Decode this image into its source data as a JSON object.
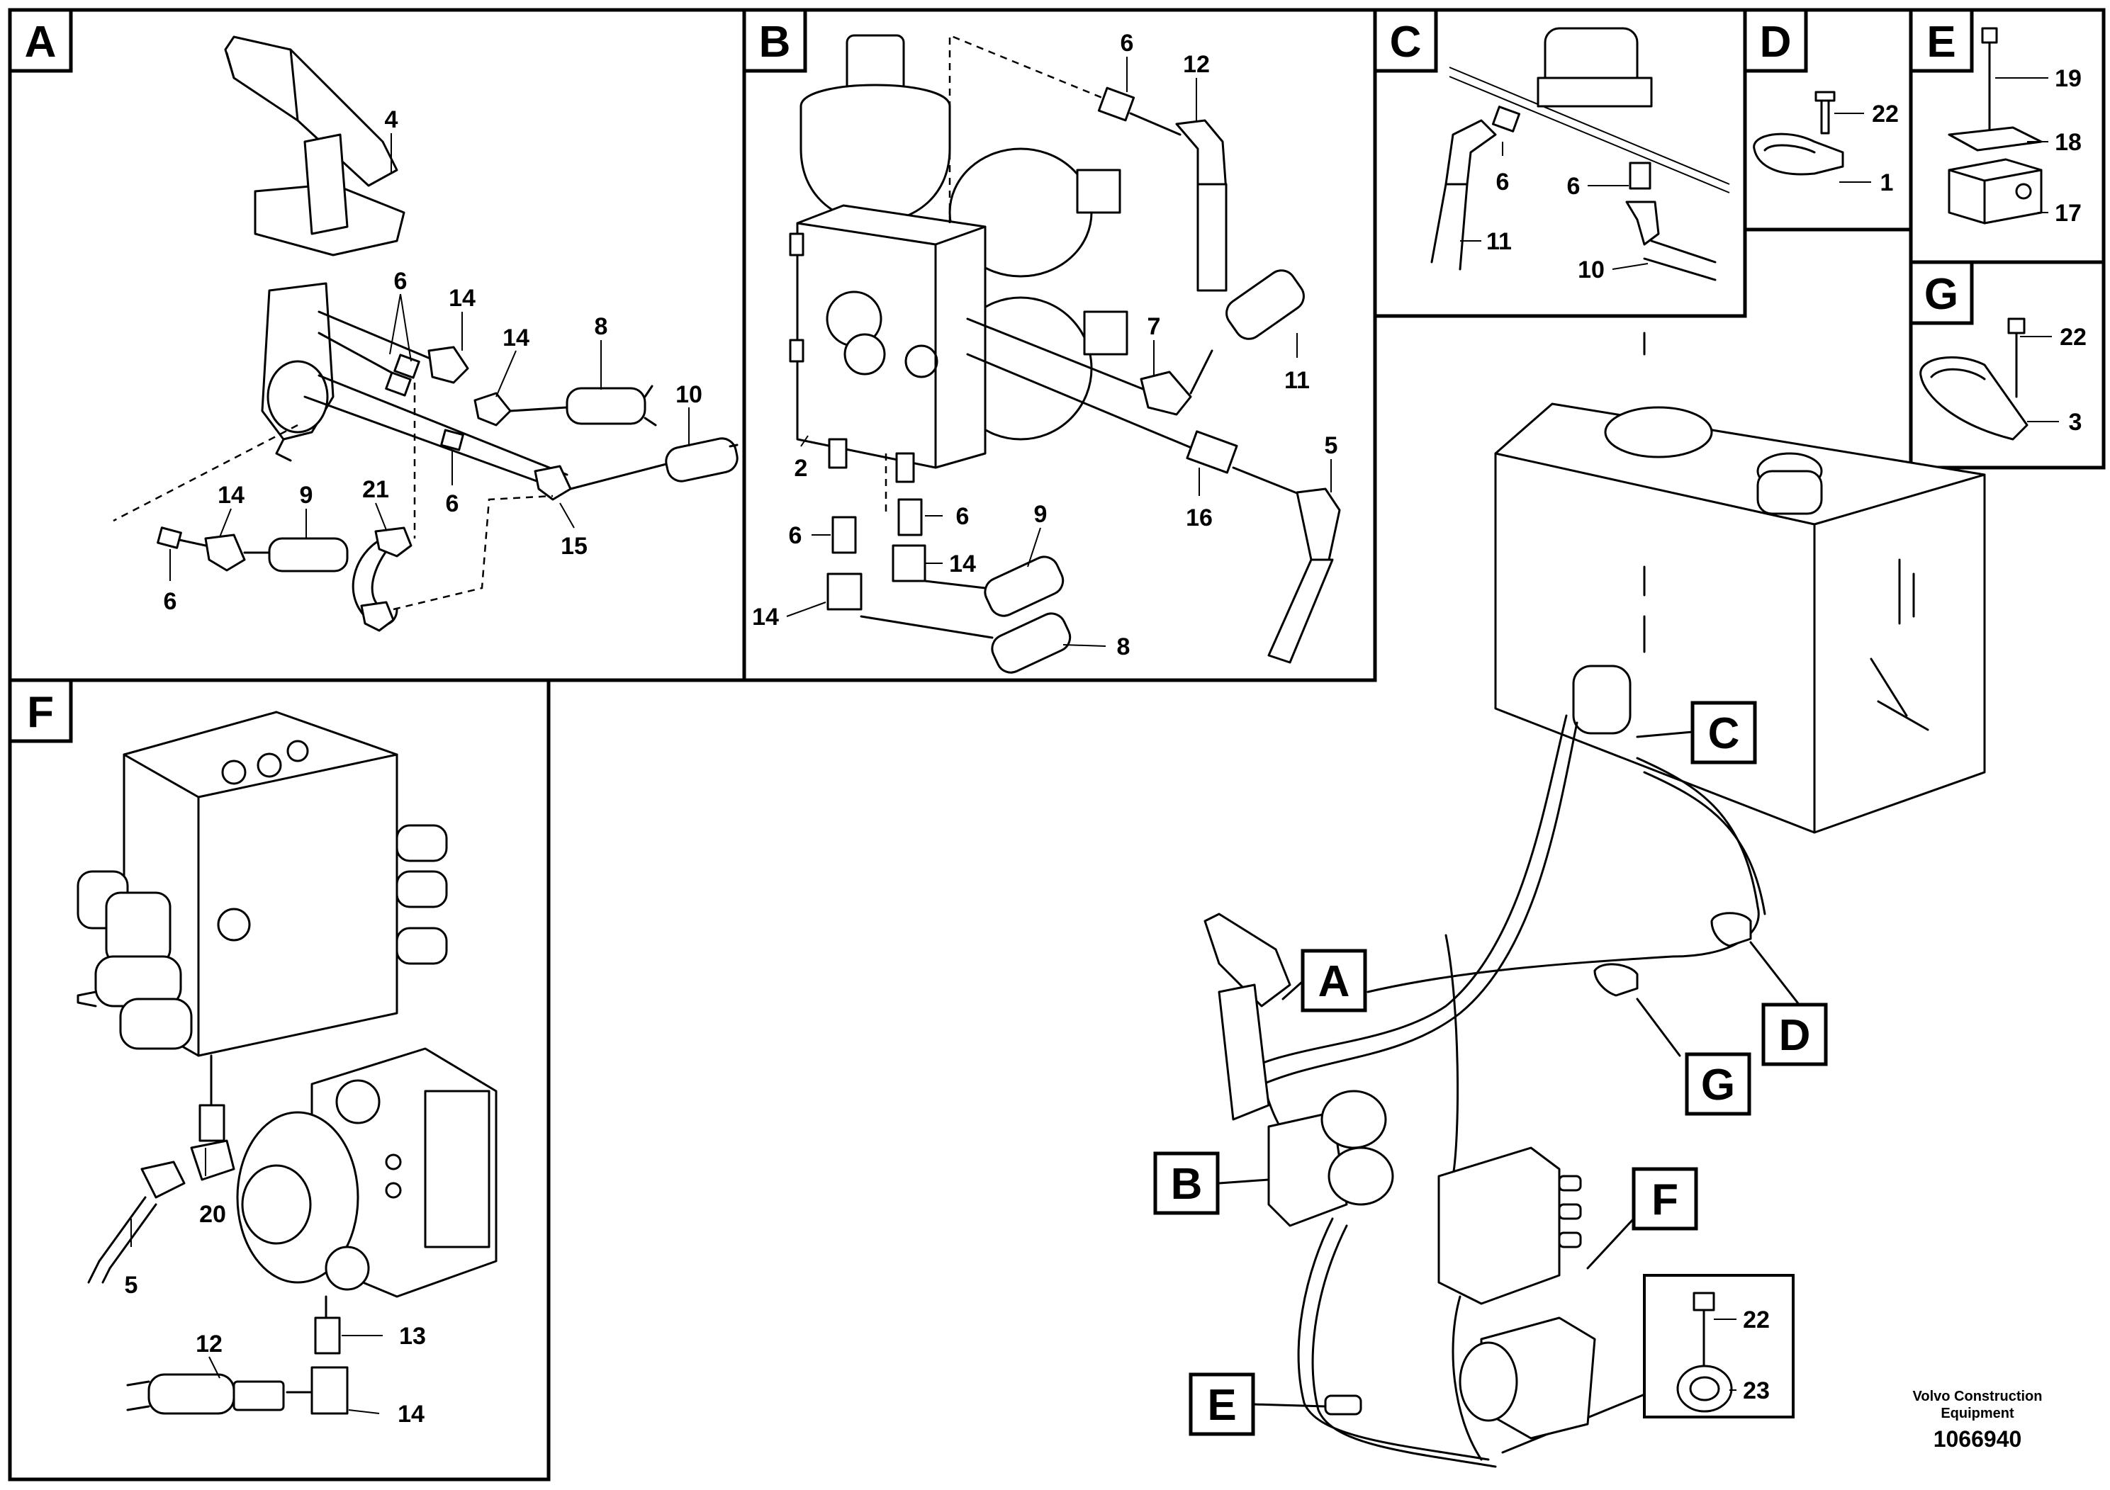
{
  "panels": {
    "A": {
      "letter": "A",
      "callouts": [
        "4",
        "6",
        "14",
        "14",
        "8",
        "10",
        "6",
        "14",
        "9",
        "21",
        "6",
        "15"
      ]
    },
    "B": {
      "letter": "B",
      "callouts": [
        "6",
        "12",
        "7",
        "11",
        "5",
        "16",
        "2",
        "6",
        "6",
        "9",
        "14",
        "14",
        "8"
      ]
    },
    "C": {
      "letter": "C",
      "callouts": [
        "6",
        "6",
        "11",
        "10"
      ]
    },
    "D": {
      "letter": "D",
      "callouts": [
        "22",
        "1"
      ]
    },
    "E": {
      "letter": "E",
      "callouts": [
        "19",
        "18",
        "17"
      ]
    },
    "G": {
      "letter": "G",
      "callouts": [
        "22",
        "3"
      ]
    },
    "F": {
      "letter": "F",
      "callouts": [
        "20",
        "5",
        "13",
        "12",
        "14"
      ]
    }
  },
  "overview": {
    "tags": [
      "C",
      "A",
      "B",
      "D",
      "G",
      "F",
      "E"
    ],
    "callouts": [
      "22",
      "23"
    ]
  },
  "footer": {
    "brand_line1": "Volvo Construction",
    "brand_line2": "Equipment",
    "doc_number": "1066940"
  }
}
